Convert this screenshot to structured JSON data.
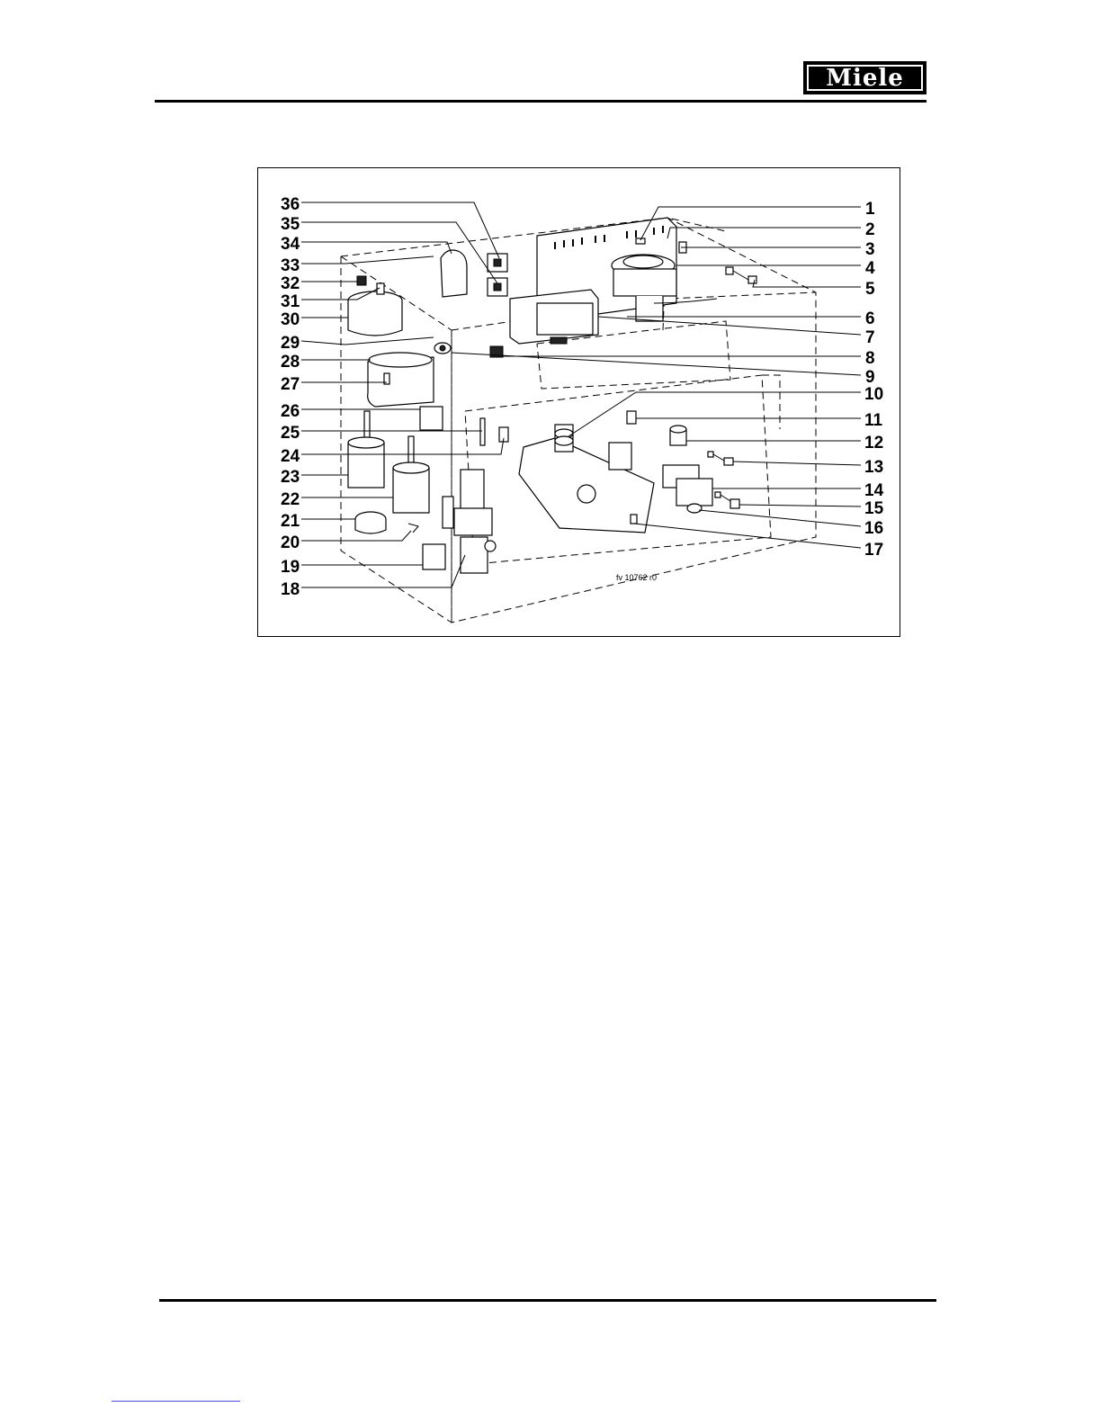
{
  "header": {
    "brand": "Miele"
  },
  "figure": {
    "drawing_code": "fv 10762 r0",
    "callouts": [
      "1",
      "2",
      "3",
      "4",
      "5",
      "6",
      "7",
      "8",
      "9",
      "10",
      "11",
      "12",
      "13",
      "14",
      "15",
      "16",
      "17",
      "18",
      "19",
      "20",
      "21",
      "22",
      "23",
      "24",
      "25",
      "26",
      "27",
      "28",
      "29",
      "30",
      "31",
      "32",
      "33",
      "34",
      "35",
      "36"
    ]
  },
  "colors": {
    "ink": "#000000",
    "paper": "#ffffff",
    "footer_link": "#4a4ae0"
  }
}
